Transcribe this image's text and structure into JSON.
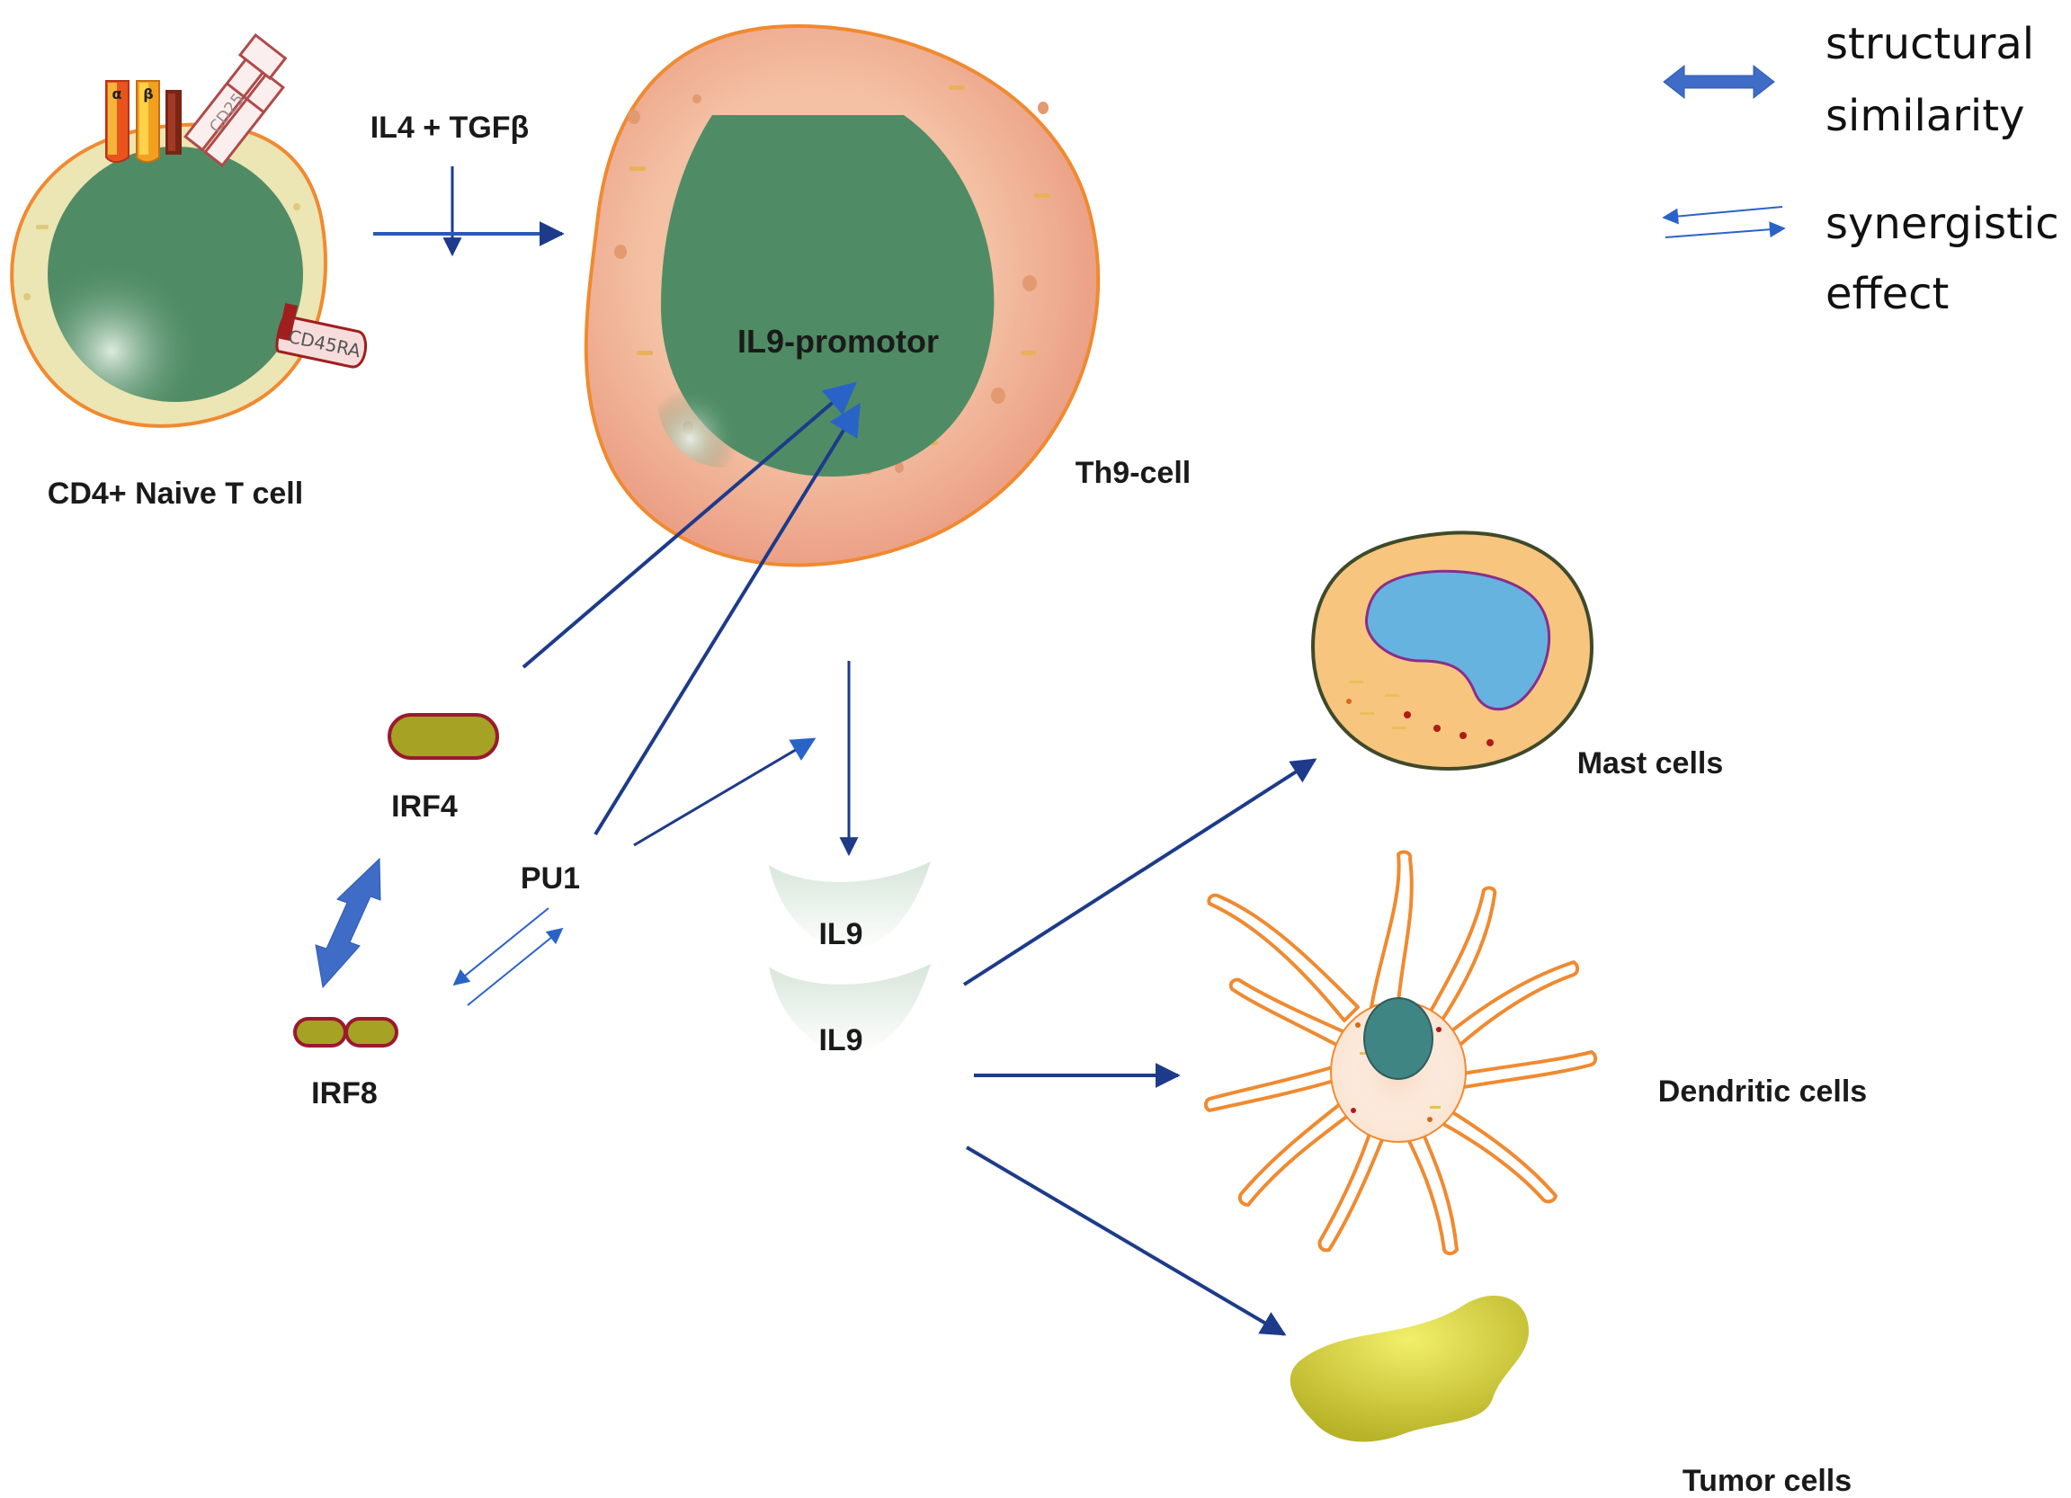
{
  "colors": {
    "arrow": "#1d3b8a",
    "arrow_thin": "#2a63c8",
    "double_arrow": "#3e6cc6",
    "nucleus": "#4f8c65",
    "th9_cytoplasm": "#efa88f",
    "naive_cytoplasm": "#ece5b4",
    "cell_outline": "#f08a30",
    "irf_fill": "#a6a224",
    "irf_outline": "#9a1a2e",
    "mast_cytoplasm": "#f7c57e",
    "mast_nucleus": "#65b3de",
    "dendritic_outline": "#f08a30",
    "tumor_fill": "#c9c73a"
  },
  "legend": {
    "structural_line1": "structural",
    "structural_line2": "similarity",
    "synergistic_line1": "synergistic",
    "synergistic_line2": "effect"
  },
  "naive_cell": {
    "label": "CD4+ Naive T cell",
    "receptor_alpha": "α",
    "receptor_beta": "β",
    "cd25": "CD25",
    "cd45ra": "CD45RA"
  },
  "stimulus": "IL4 +  TGFβ",
  "th9_cell": {
    "label": "Th9-cell",
    "promoter": "IL9-promotor"
  },
  "factors": {
    "irf4": "IRF4",
    "irf8": "IRF8",
    "pu1": "PU1"
  },
  "cytokines": [
    "IL9",
    "IL9"
  ],
  "targets": {
    "mast": "Mast cells",
    "dendritic": "Dendritic cells",
    "tumor": "Tumor cells"
  }
}
